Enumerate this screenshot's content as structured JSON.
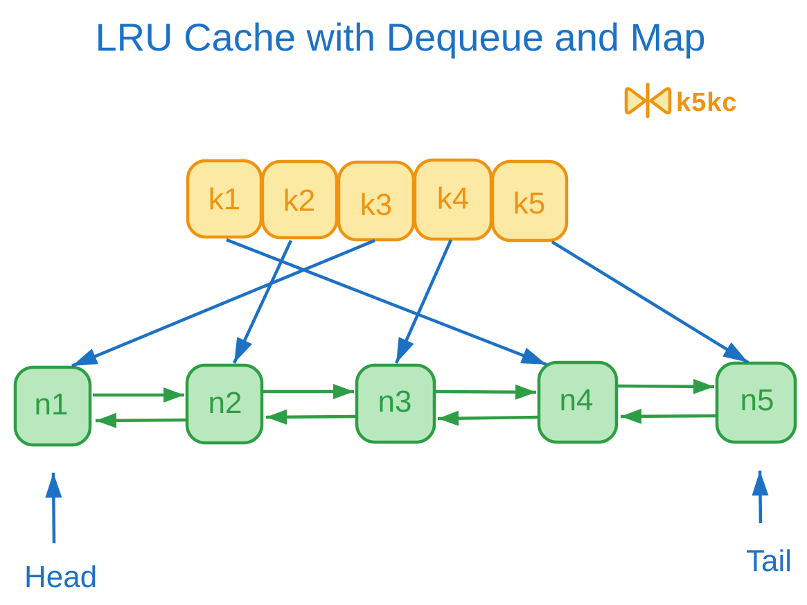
{
  "diagram": {
    "title": "LRU Cache with Dequeue and Map",
    "watermark": {
      "text": "k5kc",
      "icon": "butterfly-icon"
    },
    "map_keys": [
      {
        "id": "k1",
        "label": "k1"
      },
      {
        "id": "k2",
        "label": "k2"
      },
      {
        "id": "k3",
        "label": "k3"
      },
      {
        "id": "k4",
        "label": "k4"
      },
      {
        "id": "k5",
        "label": "k5"
      }
    ],
    "deque_nodes": [
      {
        "id": "n1",
        "label": "n1"
      },
      {
        "id": "n2",
        "label": "n2"
      },
      {
        "id": "n3",
        "label": "n3"
      },
      {
        "id": "n4",
        "label": "n4"
      },
      {
        "id": "n5",
        "label": "n5"
      }
    ],
    "map_edges": [
      {
        "from": "k1",
        "to": "n4"
      },
      {
        "from": "k2",
        "to": "n2"
      },
      {
        "from": "k3",
        "to": "n1"
      },
      {
        "from": "k4",
        "to": "n3"
      },
      {
        "from": "k5",
        "to": "n5"
      }
    ],
    "deque_links": {
      "next": [
        "n1-n2",
        "n2-n3",
        "n3-n4",
        "n4-n5"
      ],
      "prev": [
        "n2-n1",
        "n3-n2",
        "n4-n3",
        "n5-n4"
      ]
    },
    "pointers": {
      "head_label": "Head",
      "head_points_to": "n1",
      "tail_label": "Tail",
      "tail_points_to": "n5"
    },
    "colors": {
      "blue": "#1d71c5",
      "orange": "#ef9310",
      "orange_fill": "#fce9a4",
      "green": "#2e9e44",
      "green_fill": "#b9e8bf",
      "logo_wing_fill": "#faeaaa"
    }
  }
}
